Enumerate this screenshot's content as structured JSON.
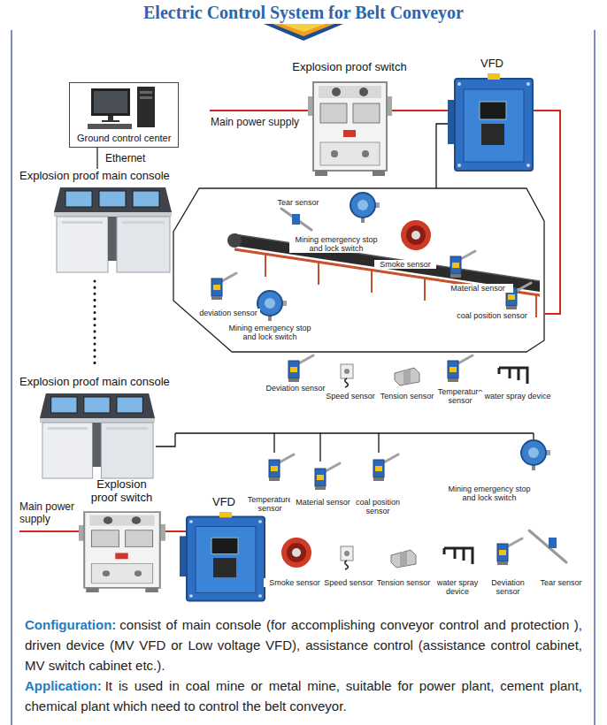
{
  "diagram": {
    "title": "Electric Control System for Belt Conveyor",
    "nodes": [
      {
        "text": [
          "Ground control center"
        ]
      },
      {
        "text": [
          "Explosion proof switch"
        ]
      },
      {
        "text": [
          "VFD"
        ]
      },
      {
        "text": [
          "Explosion proof main console"
        ]
      },
      {
        "text": [
          "Explosion proof main console"
        ]
      },
      {
        "text": [
          "Explosion proof switch"
        ]
      },
      {
        "text": [
          "VFD"
        ]
      }
    ],
    "edges": [
      {
        "from": 0,
        "to": 3,
        "label": "Ethernet",
        "arrow": "none"
      },
      {
        "from": 1,
        "to": 2,
        "arrow": "none"
      },
      {
        "from": 5,
        "to": 6,
        "arrow": "none"
      }
    ],
    "labels": [
      "Main power supply",
      "Tear sensor",
      "Mining emergency stop and lock switch",
      "Smoke sensor",
      "Material sensor",
      "deviation sensor",
      "Mining emergency stop and lock switch",
      "coal position sensor",
      "Deviation sensor",
      "Speed sensor",
      "Tension sensor",
      "Temperature sensor",
      "water spray device",
      "Temperature sensor",
      "Material sensor",
      "coal position sensor",
      "Mining emergency stop and lock switch",
      "Main power supply",
      "Smoke sensor",
      "Speed sensor",
      "Tension sensor",
      "water spray device",
      "Deviation sensor",
      "Tear sensor",
      "Configuration:",
      "consist of main console (for accomplishing conveyor control and protection ), driven device (MV VFD or Low voltage VFD), assistance control (assistance control cabinet, MV switch cabinet etc.).",
      "Application:",
      "It is used in coal mine or metal mine, suitable for power plant, cement plant, chemical plant which need to control the belt conveyor."
    ]
  }
}
